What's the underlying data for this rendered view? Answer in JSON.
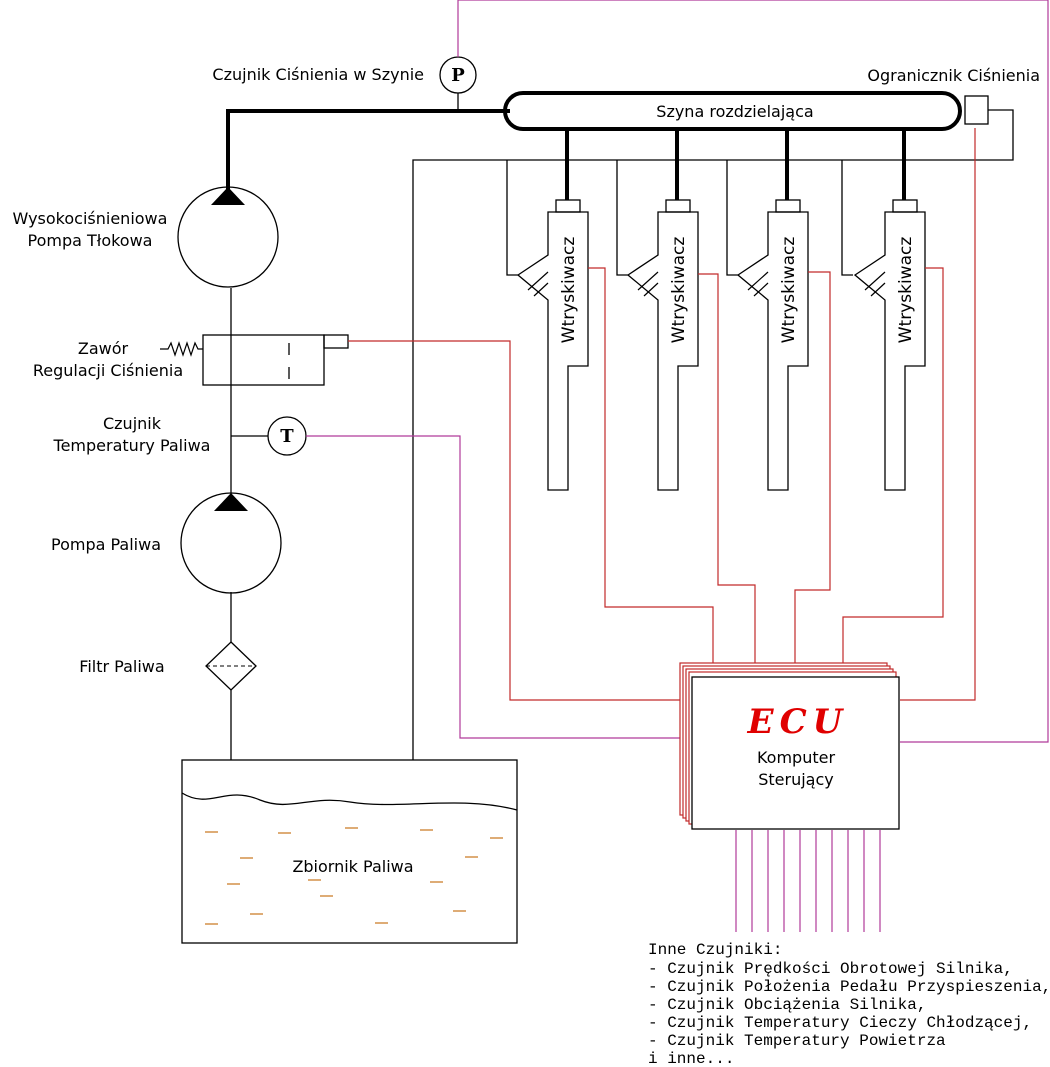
{
  "labels": {
    "rail_pressure_sensor": "Czujnik Ciśnienia w Szynie",
    "pressure_limiter": "Ogranicznik Ciśnienia",
    "distribution_rail": "Szyna rozdzielająca",
    "hp_pump_line1": "Wysokociśnieniowa",
    "hp_pump_line2": "Pompa Tłokowa",
    "valve_line1": "Zawór",
    "valve_line2": "Regulacji Ciśnienia",
    "temp_sensor_line1": "Czujnik",
    "temp_sensor_line2": "Temperatury Paliwa",
    "fuel_pump": "Pompa Paliwa",
    "fuel_filter": "Filtr Paliwa",
    "fuel_tank": "Zbiornik Paliwa",
    "injector": "Wtryskiwacz",
    "ecu_title": "ECU",
    "ecu_sub1": "Komputer",
    "ecu_sub2": "Sterujący",
    "p_symbol": "P",
    "t_symbol": "T"
  },
  "other_sensors": {
    "header": "Inne Czujniki:",
    "items": [
      "- Czujnik Prędkości Obrotowej Silnika,",
      "- Czujnik Położenia Pedału Przyspieszenia,",
      "- Czujnik Obciążenia Silnika,",
      "- Czujnik Temperatury Cieczy Chłodzącej,",
      "- Czujnik Temperatury Powietrza",
      "i inne..."
    ]
  },
  "colors": {
    "fuel_line": "#000000",
    "signal_red": "#c22a2a",
    "signal_magenta": "#b03a9a",
    "ecu_text": "#e00000"
  }
}
